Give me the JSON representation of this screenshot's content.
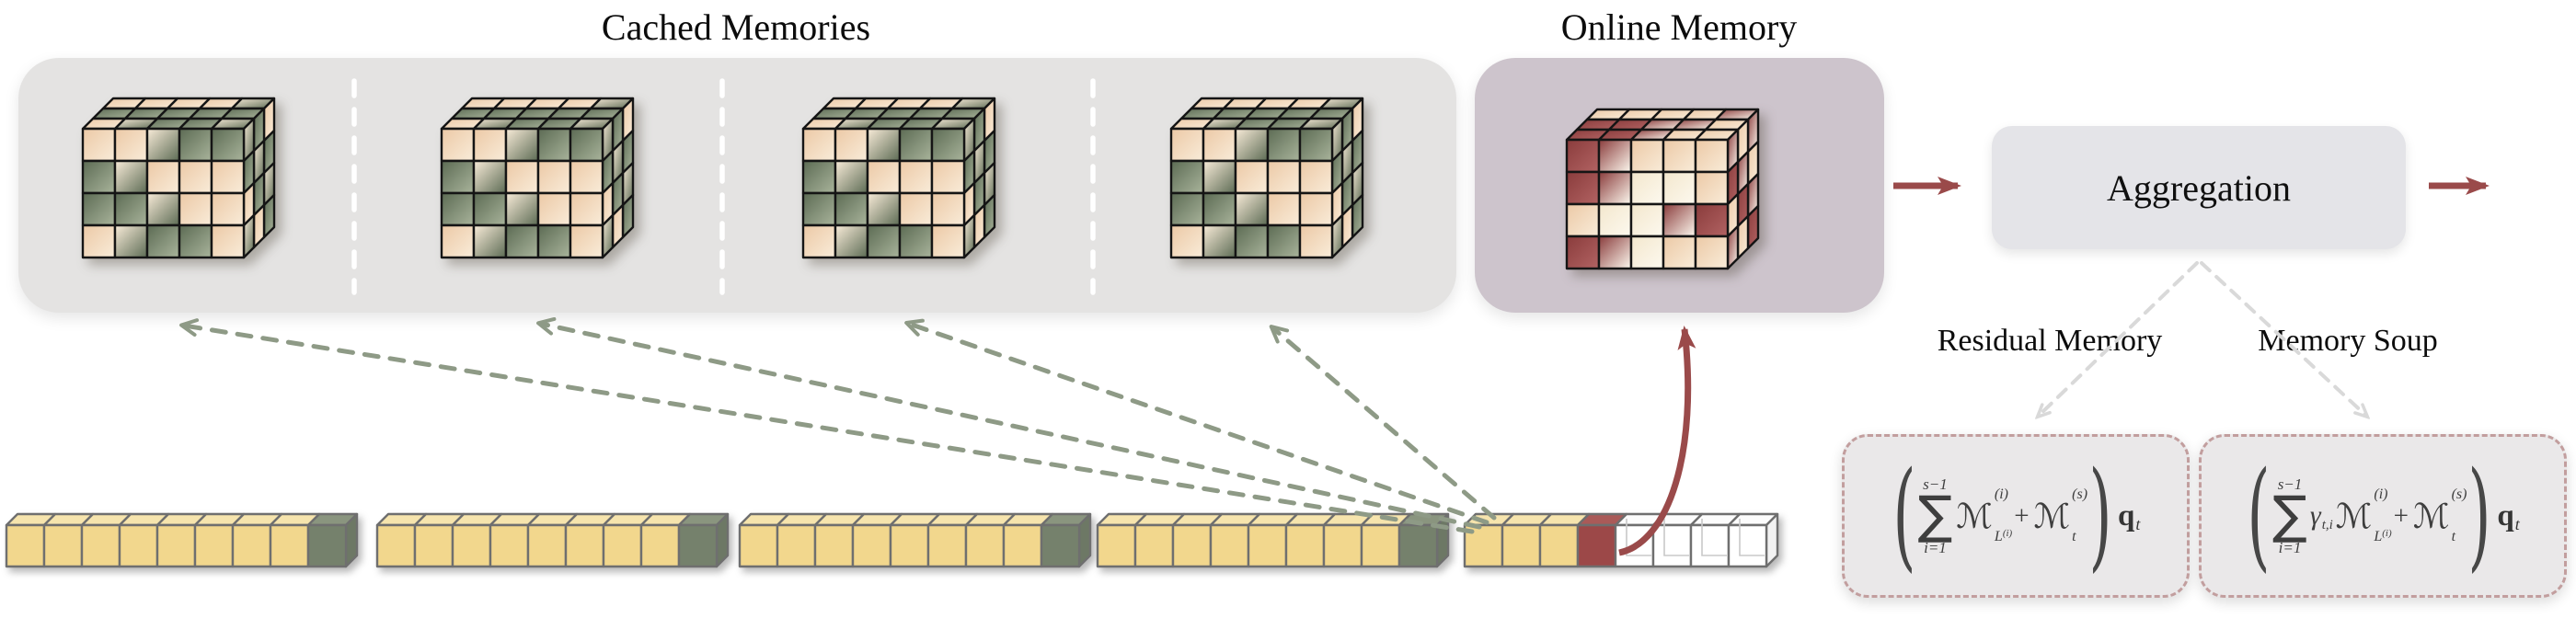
{
  "titles": {
    "cached": "Cached Memories",
    "online": "Online Memory"
  },
  "aggregation": {
    "label": "Aggregation"
  },
  "branches": {
    "left_label": "Residual Memory",
    "right_label": "Memory Soup"
  },
  "formulas": {
    "lparen": "(",
    "rparen": ")",
    "sum_sym": "∑",
    "sum_upper": "s−1",
    "sum_lower": "i=1",
    "m_symbol": "ℳ",
    "sup_i": "(i)",
    "sup_s": "(s)",
    "sub_L": "L",
    "sub_t": "t",
    "plus": "+",
    "q": "q",
    "gamma": "γ",
    "gamma_sub": "t,i"
  },
  "colors": {
    "page_bg": "#ffffff",
    "cached_panel": "#e4e3e2",
    "online_panel": "#cdc4cc",
    "aggregation_box": "#e4e4e8",
    "formula_box_bg": "#eae8e9",
    "formula_box_border": "#c29e9e",
    "arrow_red": "#9a4a4a",
    "arrow_sage": "#8e9a86",
    "arrow_light_gray": "#d9d9d9",
    "divider_white": "#ffffff",
    "stack_stroke": "#151515",
    "token_stroke": "#6f6f6f",
    "stack_tan_a": "#ecc9a6",
    "stack_tan_b": "#f9ecd9",
    "stack_green_a": "#5c6b54",
    "stack_green_b": "#a9b49b",
    "stack_cream_a": "#f3e7cd",
    "stack_cream_b": "#fdf9ef",
    "stack_maroon_a": "#8a3c3c",
    "stack_maroon_b": "#b26363",
    "token_yellow": "#f2d78d",
    "token_yellow_top": "#f6e4ad",
    "token_yellow_side": "#dfc27c",
    "token_green": "#75816c",
    "token_green_top": "#8a957f",
    "token_green_side": "#6d7865",
    "token_red": "#9c4848",
    "token_red_top": "#aa5a58",
    "token_red_side": "#8c3e3e",
    "token_white": "#ffffff",
    "token_white_top": "#fcfcfc",
    "token_white_side": "#f2f2f2"
  },
  "stacks": {
    "cached": {
      "front": [
        [
          "t",
          "t",
          "m",
          "g",
          "g"
        ],
        [
          "g",
          "m",
          "t",
          "t",
          "t"
        ],
        [
          "g",
          "g",
          "m",
          "t",
          "t"
        ],
        [
          "t",
          "m",
          "g",
          "g",
          "t"
        ]
      ],
      "top": [
        [
          "t",
          "m",
          "g",
          "g",
          "m"
        ],
        [
          "g",
          "g",
          "g",
          "g",
          "g"
        ],
        [
          "t",
          "t",
          "t",
          "t",
          "m"
        ]
      ],
      "side": [
        [
          "m",
          "g",
          "t",
          "m"
        ],
        [
          "g",
          "m",
          "g",
          "t"
        ],
        [
          "t",
          "g",
          "m",
          "g"
        ]
      ]
    },
    "online": {
      "front": [
        [
          "r",
          "x",
          "t",
          "t",
          "t"
        ],
        [
          "r",
          "x",
          "c",
          "c",
          "t"
        ],
        [
          "t",
          "c",
          "c",
          "x",
          "r"
        ],
        [
          "r",
          "x",
          "c",
          "t",
          "t"
        ]
      ],
      "top": [
        [
          "r",
          "r",
          "x",
          "t",
          "t"
        ],
        [
          "r",
          "r",
          "x",
          "x",
          "t"
        ],
        [
          "t",
          "t",
          "t",
          "t",
          "x"
        ]
      ],
      "side": [
        [
          "x",
          "r",
          "t",
          "x"
        ],
        [
          "t",
          "x",
          "r",
          "t"
        ],
        [
          "x",
          "t",
          "x",
          "r"
        ]
      ]
    }
  },
  "token_rows": [
    [
      "y",
      "y",
      "y",
      "y",
      "y",
      "y",
      "y",
      "y",
      "g"
    ],
    [
      "y",
      "y",
      "y",
      "y",
      "y",
      "y",
      "y",
      "y",
      "g"
    ],
    [
      "y",
      "y",
      "y",
      "y",
      "y",
      "y",
      "y",
      "y",
      "g"
    ],
    [
      "y",
      "y",
      "y",
      "y",
      "y",
      "y",
      "y",
      "y",
      "g"
    ],
    [
      "y",
      "y",
      "y",
      "r",
      "w",
      "w",
      "w",
      "w"
    ]
  ]
}
